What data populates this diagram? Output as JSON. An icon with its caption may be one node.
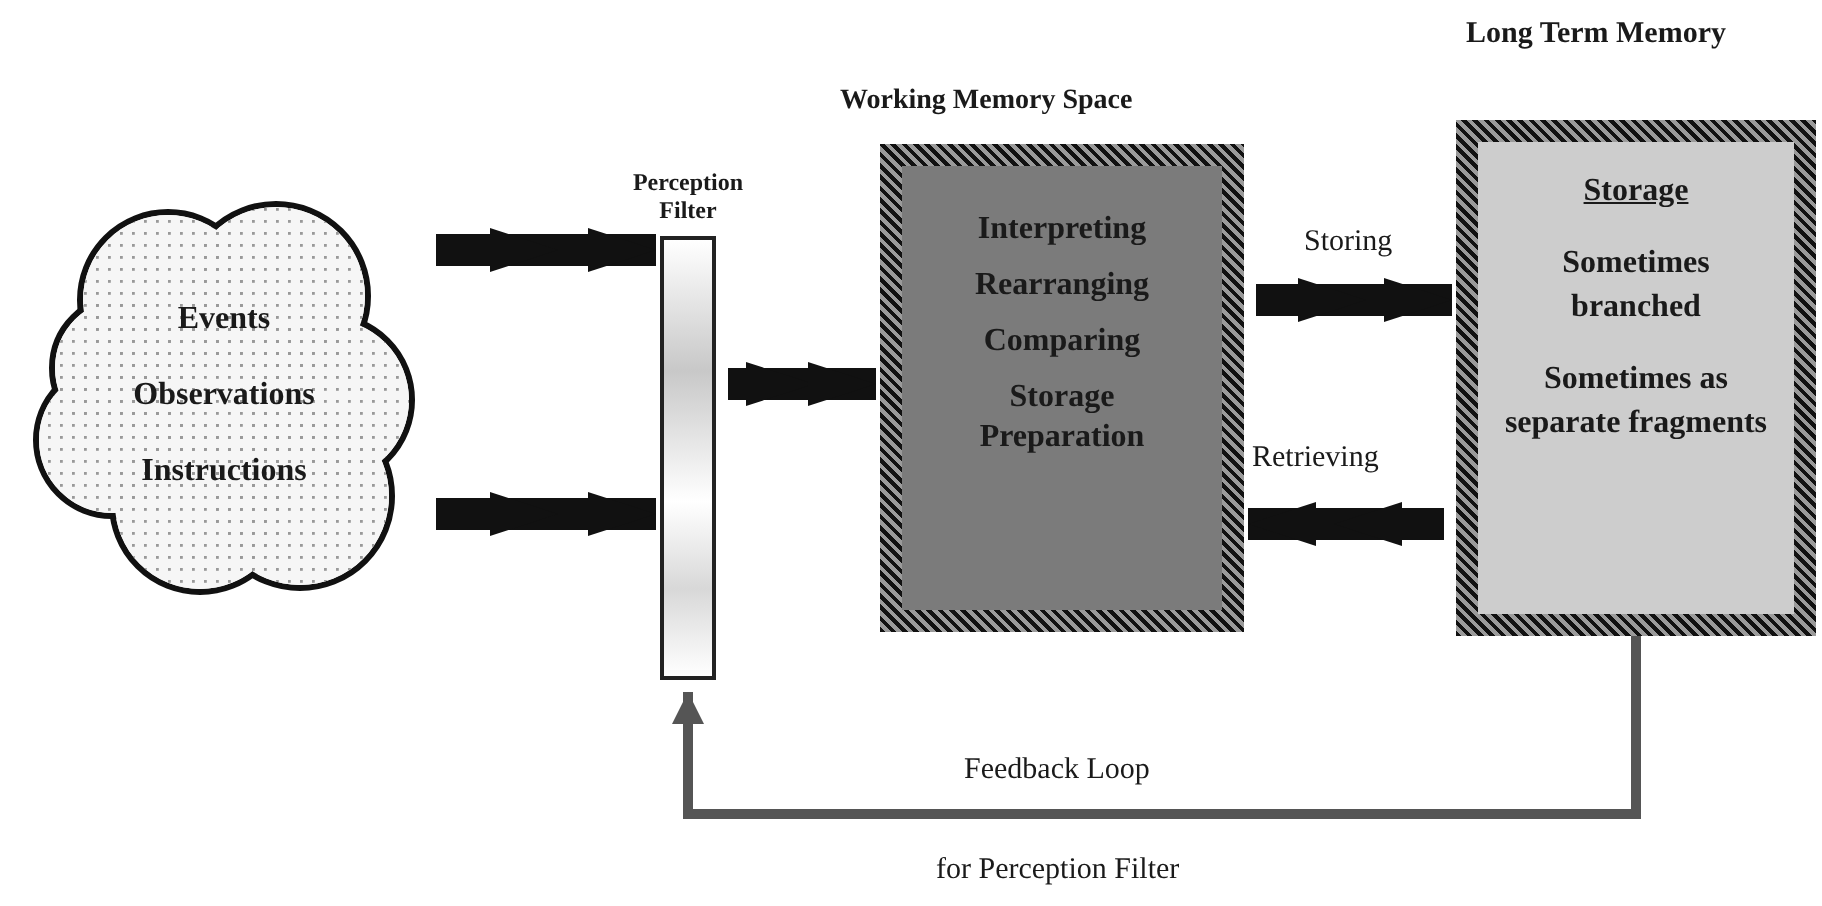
{
  "diagram": {
    "nodes": [
      {
        "text": [
          "Events",
          "Observations",
          "Instructions"
        ]
      },
      {
        "text": [
          "Perception Filter"
        ]
      },
      {
        "text": [
          "Working Memory Space",
          "Interpreting",
          "Rearranging",
          "Comparing",
          "Storage Preparation"
        ]
      },
      {
        "text": [
          "Long Term Memory",
          "Storage",
          "Sometimes branched",
          "Sometimes as separate fragments"
        ]
      }
    ],
    "edges": [
      {
        "from": 0,
        "to": 1,
        "arrow": "to"
      },
      {
        "from": 0,
        "to": 1,
        "arrow": "to"
      },
      {
        "from": 1,
        "to": 2,
        "arrow": "to"
      },
      {
        "from": 2,
        "to": 3,
        "arrow": "to",
        "label": "Storing"
      },
      {
        "from": 3,
        "to": 2,
        "arrow": "to",
        "label": "Retrieving"
      },
      {
        "from": 3,
        "to": 1,
        "arrow": "to",
        "color": "#555555",
        "label": "Feedback Loop"
      }
    ],
    "labels": [
      "for Perception Filter"
    ]
  }
}
